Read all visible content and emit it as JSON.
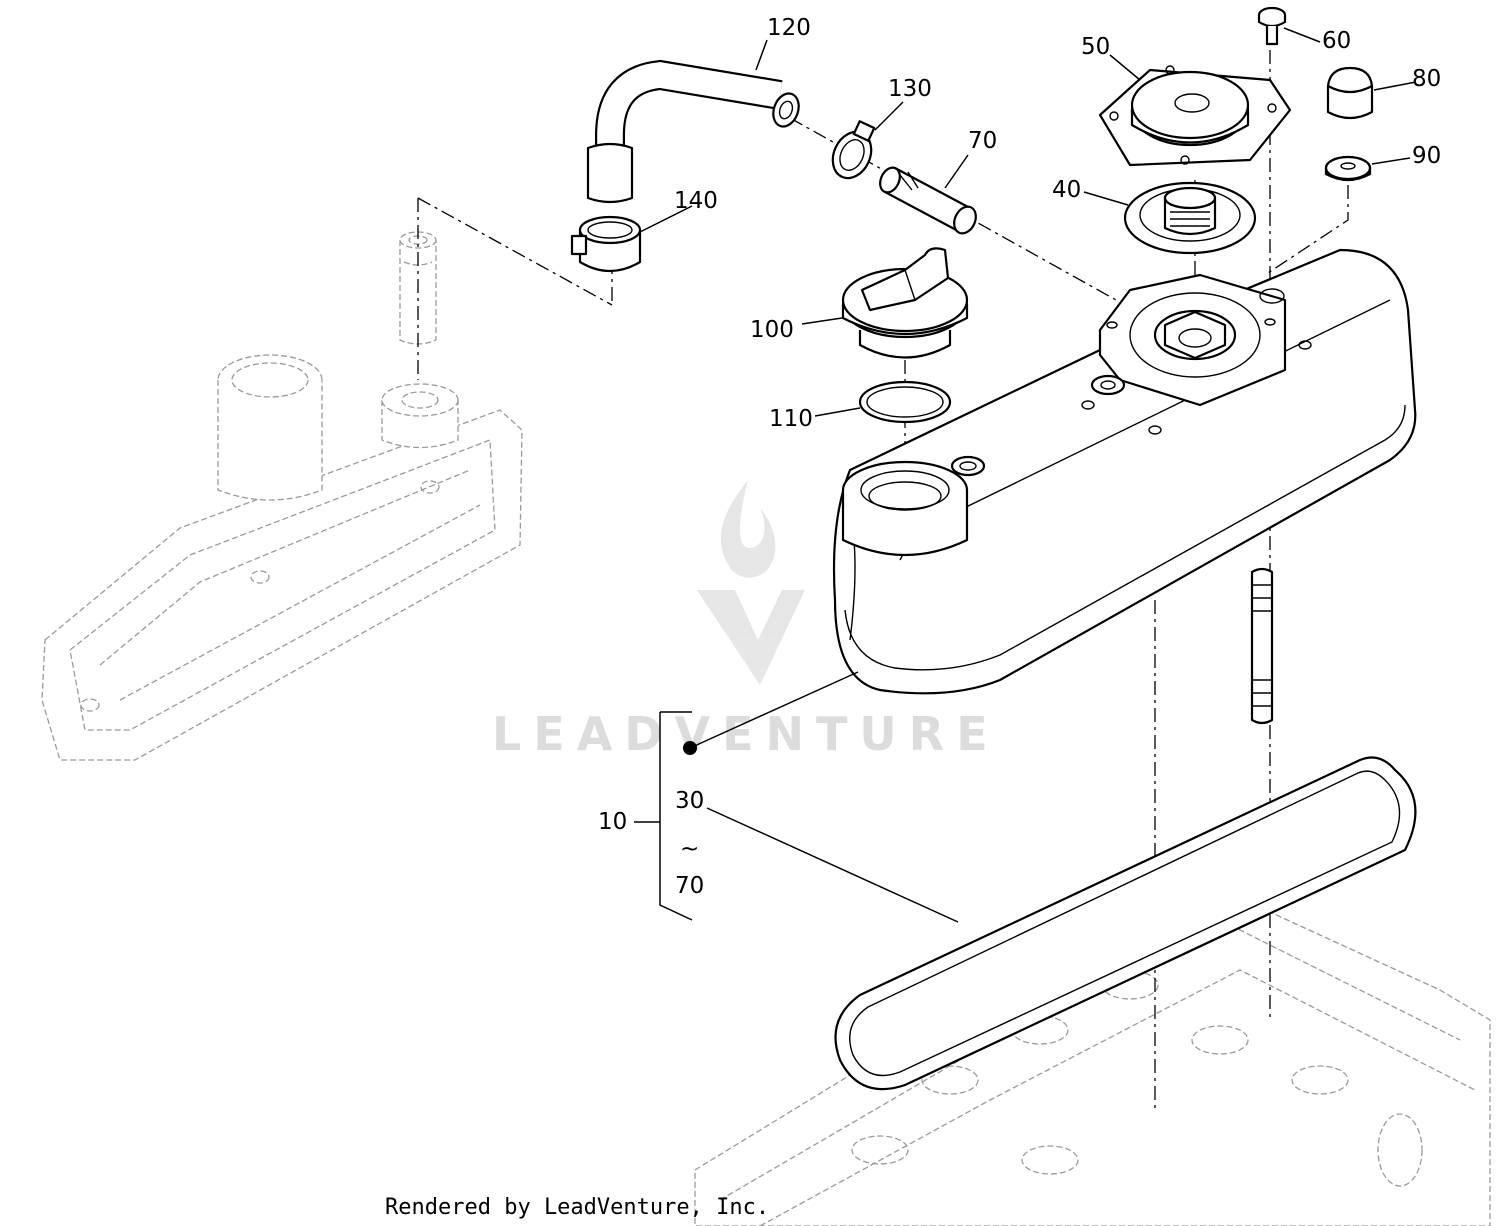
{
  "callouts": {
    "c120": "120",
    "c130": "130",
    "c70": "70",
    "c50": "50",
    "c60": "60",
    "c80": "80",
    "c90": "90",
    "c40": "40",
    "c140": "140",
    "c100": "100",
    "c110": "110",
    "c10": "10",
    "c30": "30",
    "tilde": "~",
    "c70b": "70"
  },
  "watermark": {
    "brand": "LEADVENTURE"
  },
  "footer": {
    "rendered_by": "Rendered by LeadVenture, Inc."
  },
  "colors": {
    "line": "#000000",
    "ghost": "#9a9a9a",
    "watermark": "#dcdcdc"
  }
}
